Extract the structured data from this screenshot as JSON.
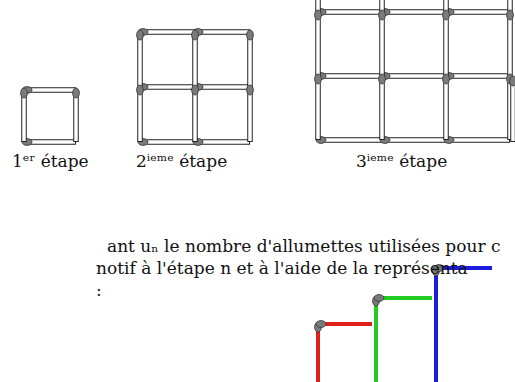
{
  "diagram": {
    "labels": [
      "1ᵉʳ étape",
      "2ⁱᵉᵐᵉ étape",
      "3ⁱᵉᵐᵉ étape",
      "ant uₙ le nombre d'allumettes utilisées pour c",
      "notif à l'étape n et à l'aide de la représenta",
      ":"
    ]
  }
}
